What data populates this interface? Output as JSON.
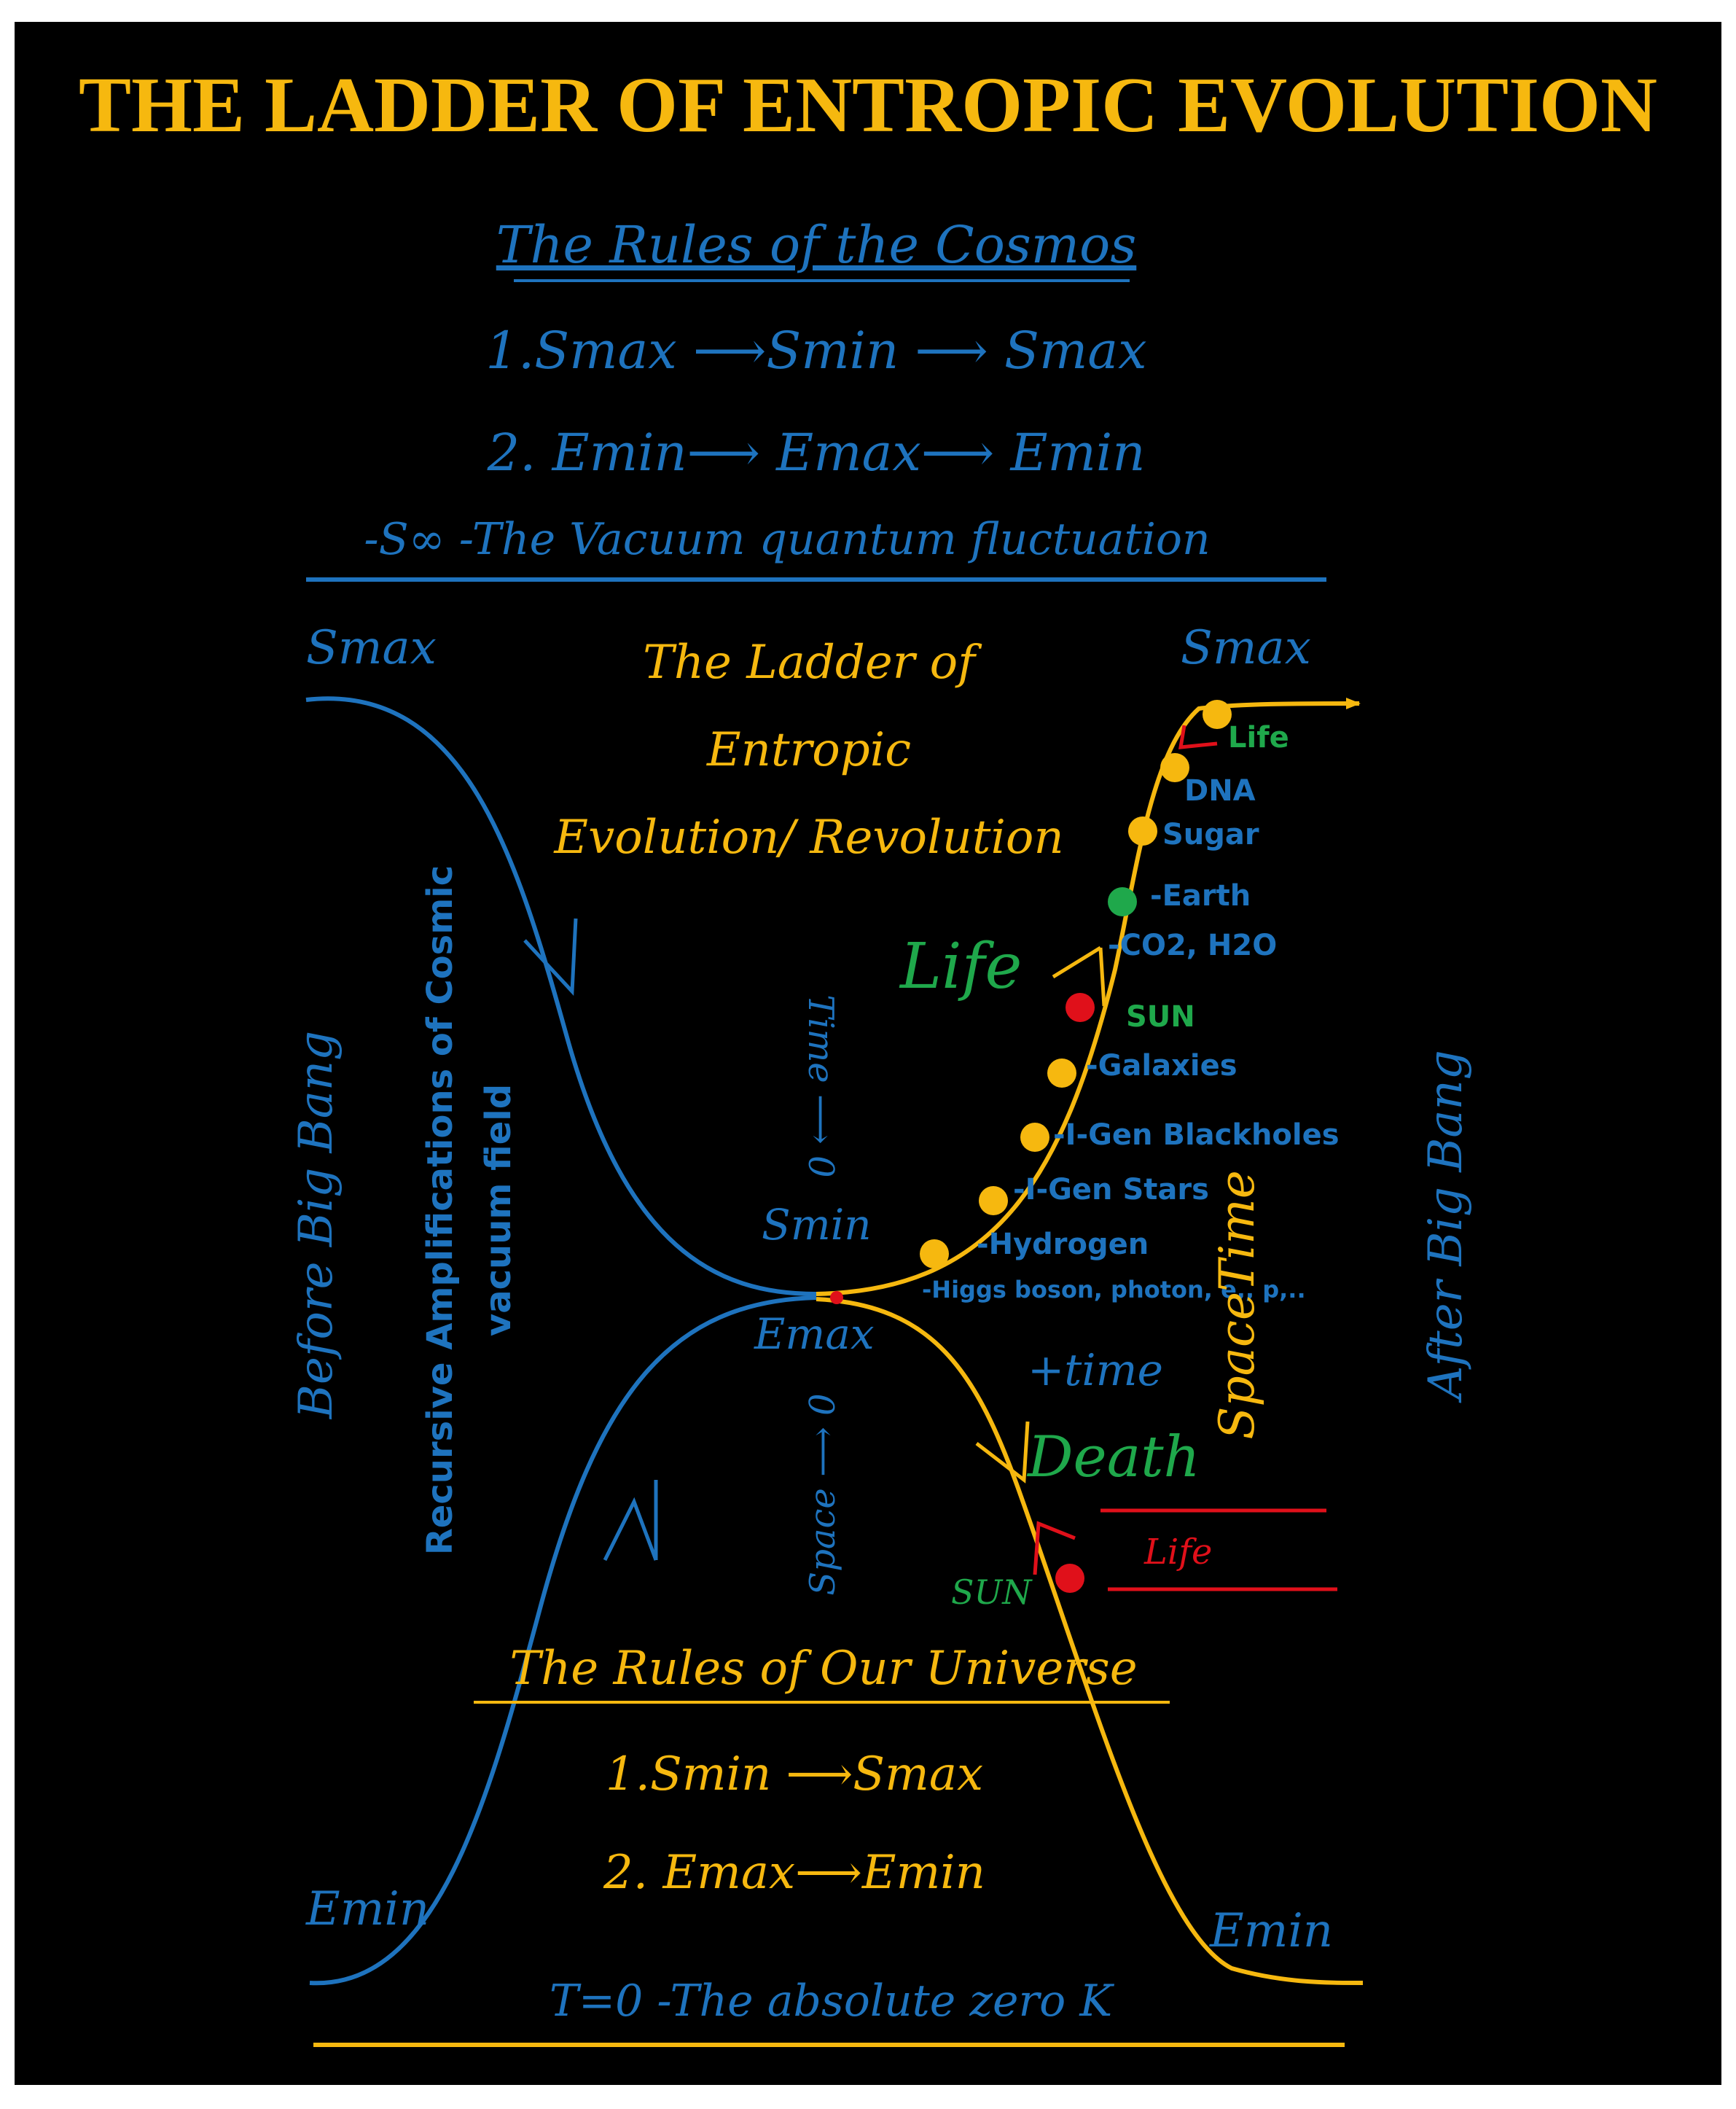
{
  "title": "THE LADDER OF ENTROPIC EVOLUTION",
  "cosmos_rules": {
    "heading": "The Rules of the Cosmos",
    "rule1": "1.Smax ⟶Smin ⟶ Smax",
    "rule2": "2. Emin⟶ Emax⟶ Emin",
    "vacuum": "-S∞ -The Vacuum quantum fluctuation"
  },
  "corner_labels": {
    "top_left": "Smax",
    "top_right": "Smax",
    "bottom_left": "Emin",
    "bottom_right": "Emin",
    "center_smin": "Smin",
    "center_emax": "Emax"
  },
  "center_title": [
    "The Ladder of",
    "Entropic",
    "Evolution/ Revolution"
  ],
  "side_labels": {
    "before": "Before Big Bang",
    "after": "After Big Bang",
    "recursive_line1": "Recursive Amplifications of Cosmic",
    "recursive_line2": "vacuum field",
    "time_arrow": "Time ⟶ 0",
    "space_arrow": "Space ⟶ 0",
    "spacetime": "SpaceTime",
    "plus_time": "+time",
    "life": "Life",
    "death": "Death",
    "sun_lower": "SUN",
    "life_lower": "Life"
  },
  "ladder_steps": [
    {
      "label": "-Higgs boson, photon, e,, p,..",
      "color": "#1e73be"
    },
    {
      "label": "-Hydrogen",
      "color": "#1e73be"
    },
    {
      "label": "-I-Gen Stars",
      "color": "#1e73be"
    },
    {
      "label": "-I-Gen Blackholes",
      "color": "#1e73be"
    },
    {
      "label": "-Galaxies",
      "color": "#1e73be"
    },
    {
      "label": "SUN",
      "color": "#1fa84b"
    },
    {
      "label": "-CO2, H2O",
      "color": "#1e73be"
    },
    {
      "label": "-Earth",
      "color": "#1e73be"
    },
    {
      "label": "Sugar",
      "color": "#1e73be"
    },
    {
      "label": "DNA",
      "color": "#1e73be"
    },
    {
      "label": "Life",
      "color": "#1fa84b"
    }
  ],
  "universe_rules": {
    "heading": "The Rules of Our Universe",
    "rule1": "1.Smin ⟶Smax",
    "rule2": "2. Emax⟶Emin",
    "absolute_zero": "T=0 -The absolute zero K"
  },
  "colors": {
    "gold": "#f6b80f",
    "blue": "#1e73be",
    "green": "#1fa84b",
    "red": "#e0101a",
    "background": "#000000"
  }
}
